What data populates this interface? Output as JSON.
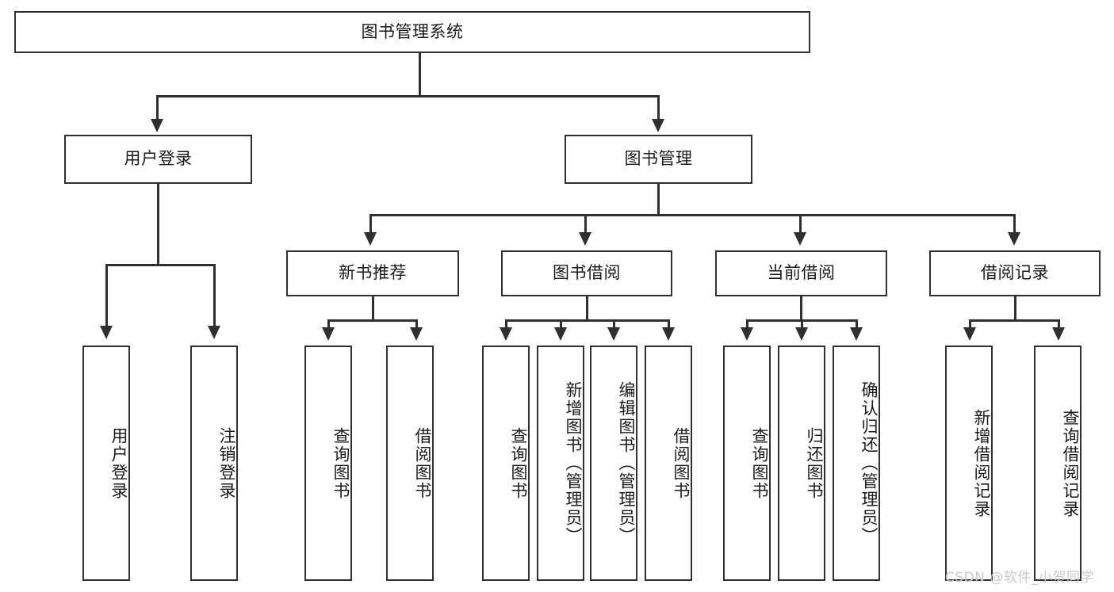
{
  "diagram": {
    "type": "tree-hierarchy-chart",
    "title": "图书管理系统",
    "root": {
      "label": "图书管理系统",
      "orientation": "horizontal"
    },
    "level2": [
      {
        "label": "用户登录",
        "orientation": "horizontal"
      },
      {
        "label": "图书管理",
        "orientation": "horizontal"
      }
    ],
    "level3": [
      {
        "label": "新书推荐",
        "orientation": "horizontal",
        "parent": "图书管理"
      },
      {
        "label": "图书借阅",
        "orientation": "horizontal",
        "parent": "图书管理"
      },
      {
        "label": "当前借阅",
        "orientation": "horizontal",
        "parent": "图书管理"
      },
      {
        "label": "借阅记录",
        "orientation": "horizontal",
        "parent": "图书管理"
      }
    ],
    "leaves": {
      "user_login": [
        {
          "label": "用户登录",
          "orientation": "vertical"
        },
        {
          "label": "注销登录",
          "orientation": "vertical"
        }
      ],
      "new_book_recommend": [
        {
          "label": "查询图书",
          "orientation": "vertical"
        },
        {
          "label": "借阅图书",
          "orientation": "vertical"
        }
      ],
      "book_borrow": [
        {
          "label": "查询图书",
          "orientation": "vertical"
        },
        {
          "label": "新增图书（管理员）",
          "orientation": "vertical"
        },
        {
          "label": "编辑图书（管理员）",
          "orientation": "vertical"
        },
        {
          "label": "借阅图书",
          "orientation": "vertical"
        }
      ],
      "current_borrow": [
        {
          "label": "查询图书",
          "orientation": "vertical"
        },
        {
          "label": "归还图书",
          "orientation": "vertical"
        },
        {
          "label": "确认归还（管理员）",
          "orientation": "vertical"
        }
      ],
      "borrow_record": [
        {
          "label": "新增借阅记录",
          "orientation": "vertical"
        },
        {
          "label": "查询借阅记录",
          "orientation": "vertical"
        }
      ]
    }
  },
  "watermark": {
    "text": "CSDN @软件_小贺同学"
  },
  "colors": {
    "stroke": "#2f2f2f",
    "background": "#ffffff",
    "text": "#1a1a1a",
    "watermark": "#c9c9c9"
  }
}
